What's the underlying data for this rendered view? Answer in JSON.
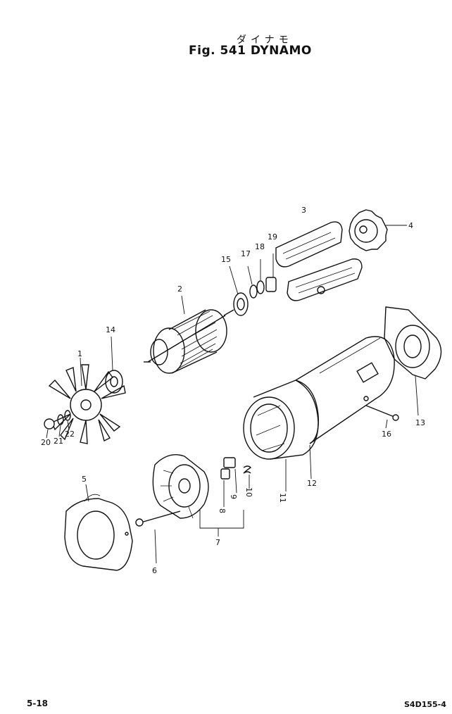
{
  "header": {
    "title_jp": "ダイナモ",
    "title": "Fig. 541 DYNAMO"
  },
  "callouts": {
    "c1": "1",
    "c2": "2",
    "c3": "3",
    "c4": "4",
    "c5": "5",
    "c6": "6",
    "c7": "7",
    "c8": "8",
    "c9": "9",
    "c10": "10",
    "c11": "11",
    "c12": "12",
    "c13": "13",
    "c14": "14",
    "c15": "15",
    "c16": "16",
    "c17": "17",
    "c18": "18",
    "c19": "19",
    "c20": "20",
    "c21": "21",
    "c22": "22"
  },
  "footer": {
    "page": "5-18",
    "code": "S4D155-4"
  }
}
